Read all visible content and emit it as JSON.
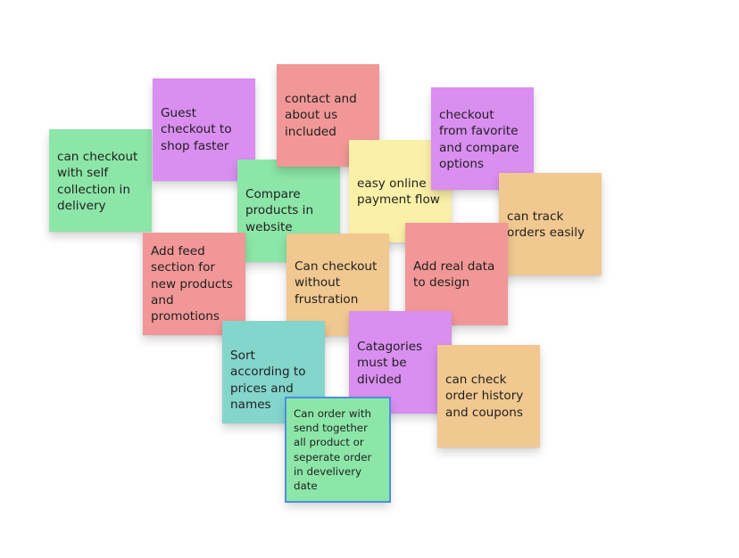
{
  "colors": {
    "green": "#8ce6a8",
    "purple": "#d98ef0",
    "red": "#f19797",
    "yellow": "#fbf0a8",
    "orange": "#f0c890",
    "teal": "#84d5cc",
    "selection": "#4a90e2"
  },
  "notes": [
    {
      "text": "can checkout with self collection in delivery",
      "color": "green"
    },
    {
      "text": "Guest checkout to shop faster",
      "color": "purple"
    },
    {
      "text": "Compare products in website",
      "color": "green"
    },
    {
      "text": "contact and about us included",
      "color": "red"
    },
    {
      "text": "easy online payment flow",
      "color": "yellow"
    },
    {
      "text": "checkout from favorite and compare options",
      "color": "purple"
    },
    {
      "text": "can track orders easily",
      "color": "orange"
    },
    {
      "text": "Add feed section for new products and promotions",
      "color": "red"
    },
    {
      "text": "Can checkout without frustration",
      "color": "orange"
    },
    {
      "text": "Add real data to design",
      "color": "red"
    },
    {
      "text": "Catagories must be divided",
      "color": "purple"
    },
    {
      "text": "Sort according to prices and names",
      "color": "teal"
    },
    {
      "text": "can check order history and coupons",
      "color": "orange"
    },
    {
      "text": "Can order with send together all product or seperate order in develivery date",
      "color": "green",
      "selected": true
    }
  ]
}
